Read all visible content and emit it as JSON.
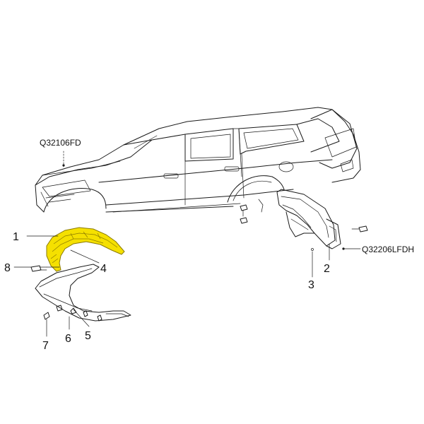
{
  "callouts": [
    {
      "id": "1",
      "text": "1"
    },
    {
      "id": "2",
      "text": "2"
    },
    {
      "id": "3",
      "text": "3"
    },
    {
      "id": "4",
      "text": "4"
    },
    {
      "id": "5",
      "text": "5"
    },
    {
      "id": "6",
      "text": "6"
    },
    {
      "id": "7",
      "text": "7"
    },
    {
      "id": "8",
      "text": "8"
    }
  ],
  "part_codes": {
    "front": "Q32106FD",
    "rear": "Q32206LFDH"
  },
  "colors": {
    "highlight": "#f5e000",
    "highlight_edge": "#8a7a00",
    "line": "#1a1a1a"
  }
}
